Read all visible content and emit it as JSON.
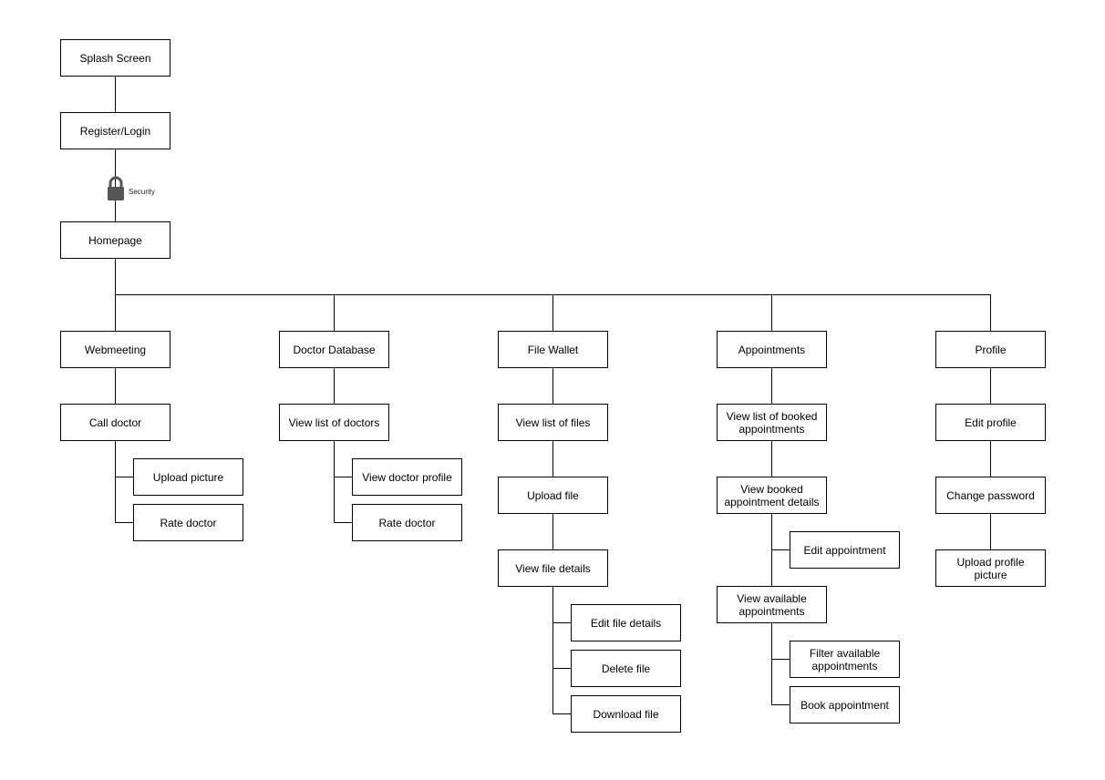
{
  "diagram": {
    "splash": "Splash Screen",
    "register": "Register/Login",
    "security_label": "Security",
    "homepage": "Homepage",
    "webmeeting": {
      "title": "Webmeeting",
      "call_doctor": "Call doctor",
      "upload_picture": "Upload picture",
      "rate_doctor": "Rate doctor"
    },
    "doctor_db": {
      "title": "Doctor Database",
      "view_list": "View list of doctors",
      "view_profile": "View doctor profile",
      "rate_doctor": "Rate doctor"
    },
    "file_wallet": {
      "title": "File Wallet",
      "view_list": "View list of files",
      "upload_file": "Upload file",
      "view_details": "View file details",
      "edit_details": "Edit file details",
      "delete_file": "Delete file",
      "download_file": "Download file"
    },
    "appointments": {
      "title": "Appointments",
      "view_booked": "View list of booked appointments",
      "view_booked_details": "View booked appointment details",
      "edit_appointment": "Edit appointment",
      "view_available": "View available appointments",
      "filter_available": "Filter available appointments",
      "book_appointment": "Book appointment"
    },
    "profile": {
      "title": "Profile",
      "edit_profile": "Edit profile",
      "change_password": "Change password",
      "upload_profile_picture": "Upload profile picture"
    }
  }
}
